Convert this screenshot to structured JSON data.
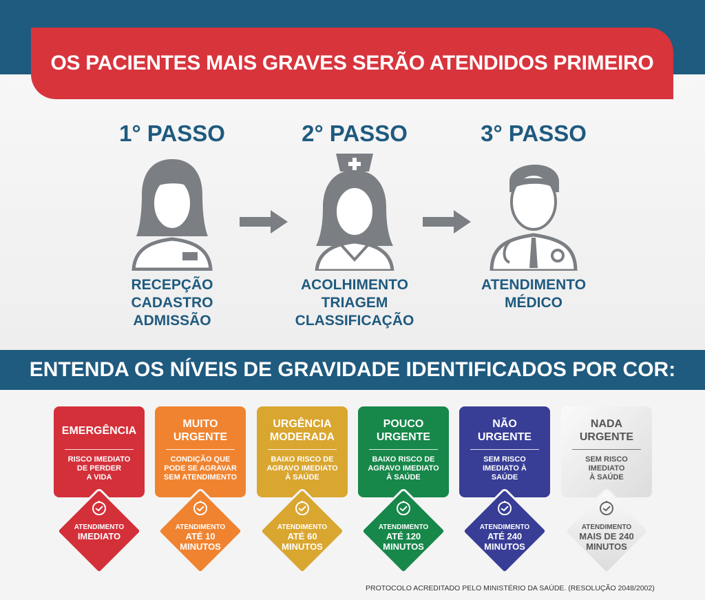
{
  "title": "OS PACIENTES MAIS GRAVES SERÃO ATENDIDOS PRIMEIRO",
  "steps": [
    {
      "title": "1° PASSO",
      "lines": [
        "RECEPÇÃO",
        "CADASTRO",
        "ADMISSÃO"
      ]
    },
    {
      "title": "2° PASSO",
      "lines": [
        "ACOLHIMENTO",
        "TRIAGEM",
        "CLASSIFICAÇÃO"
      ]
    },
    {
      "title": "3° PASSO",
      "lines": [
        "ATENDIMENTO",
        "MÉDICO"
      ]
    }
  ],
  "levels_title": "ENTENDA OS NÍVEIS DE GRAVIDADE IDENTIFICADOS POR COR:",
  "levels": [
    {
      "name": [
        "EMERGÊNCIA"
      ],
      "desc": [
        "RISCO IMEDIATO",
        "DE PERDER",
        "A VIDA"
      ],
      "label": "ATENDIMENTO",
      "time": [
        "IMEDIATO"
      ],
      "color": "#d4303a"
    },
    {
      "name": [
        "MUITO",
        "URGENTE"
      ],
      "desc": [
        "CONDIÇÃO QUE",
        "PODE SE AGRAVAR",
        "SEM ATENDIMENTO"
      ],
      "label": "ATENDIMENTO",
      "time": [
        "ATÉ 10",
        "MINUTOS"
      ],
      "color": "#f08330"
    },
    {
      "name": [
        "URGÊNCIA",
        "MODERADA"
      ],
      "desc": [
        "BAIXO RISCO DE",
        "AGRAVO IMEDIATO",
        "À SAÚDE"
      ],
      "label": "ATENDIMENTO",
      "time": [
        "ATÉ 60",
        "MINUTOS"
      ],
      "color": "#d9a630"
    },
    {
      "name": [
        "POUCO",
        "URGENTE"
      ],
      "desc": [
        "BAIXO RISCO DE",
        "AGRAVO IMEDIATO",
        "À SAÚDE"
      ],
      "label": "ATENDIMENTO",
      "time": [
        "ATÉ 120",
        "MINUTOS"
      ],
      "color": "#17874a"
    },
    {
      "name": [
        "NÃO",
        "URGENTE"
      ],
      "desc": [
        "SEM RISCO",
        "IMEDIATO À",
        "SAÚDE"
      ],
      "label": "ATENDIMENTO",
      "time": [
        "ATÉ 240",
        "MINUTOS"
      ],
      "color": "#383d96"
    },
    {
      "name": [
        "NADA",
        "URGENTE"
      ],
      "desc": [
        "SEM RISCO",
        "IMEDIATO",
        "À SAÚDE"
      ],
      "label": "ATENDIMENTO",
      "time": [
        "MAIS DE 240",
        "MINUTOS"
      ],
      "color": "#e6e6e6"
    }
  ],
  "footer": "PROTOCOLO ACREDITADO PELO MINISTÉRIO DA SAÚDE. (RESOLUÇÃO 2048/2002)"
}
